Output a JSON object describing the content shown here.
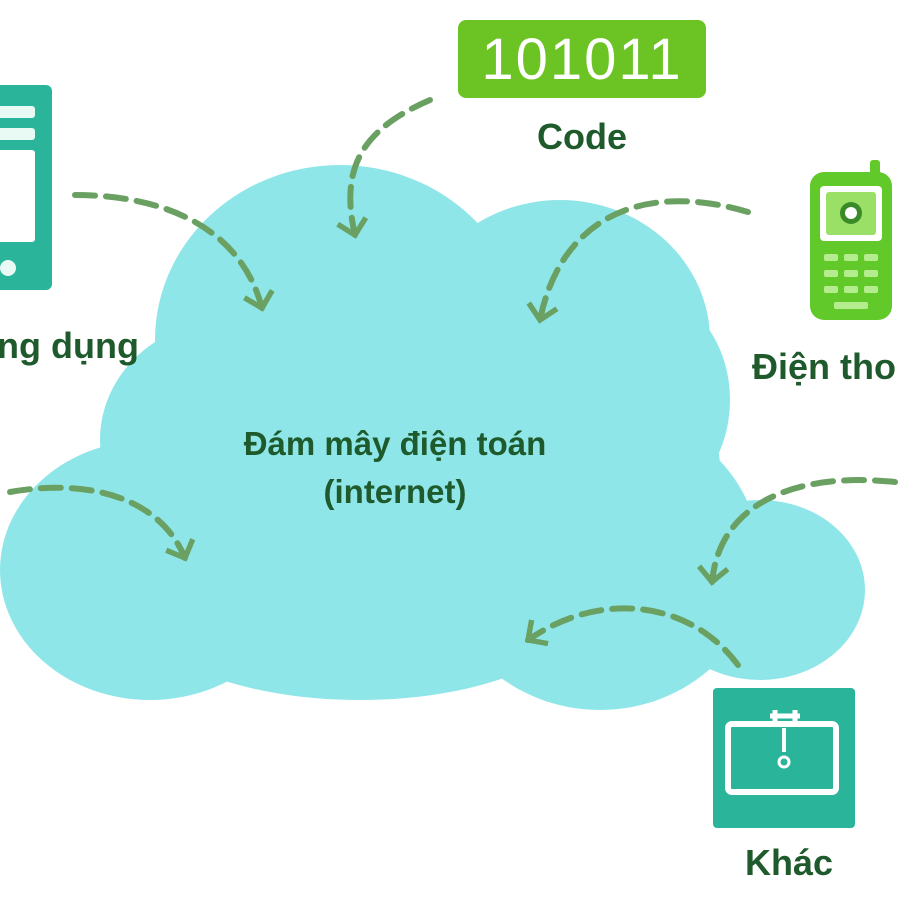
{
  "cloud": {
    "title": "Đám mây điện toán",
    "subtitle": "(internet)"
  },
  "code_node": {
    "value": "101011",
    "label": "Code"
  },
  "app_node": {
    "label": "ng dụng"
  },
  "phone_node": {
    "label": "Điện tho"
  },
  "other_node": {
    "label": "Khác"
  },
  "colors": {
    "cloud": "#8fe6e9",
    "arrow": "#6aa163",
    "teal_icon": "#2ab59b",
    "code_bg": "#6cc424",
    "phone_body": "#62c92a",
    "label_text": "#1f5a2c"
  }
}
